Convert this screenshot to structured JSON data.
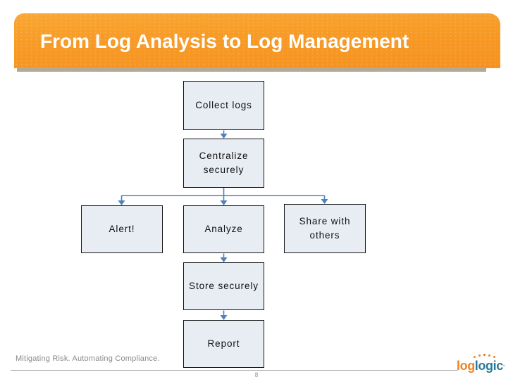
{
  "header": {
    "title": "From Log Analysis to Log Management"
  },
  "flowchart": {
    "nodes": [
      {
        "id": "collect",
        "label": "Collect logs"
      },
      {
        "id": "centralize",
        "label": "Centralize securely"
      },
      {
        "id": "alert",
        "label": "Alert!"
      },
      {
        "id": "analyze",
        "label": "Analyze"
      },
      {
        "id": "share",
        "label": "Share with others"
      },
      {
        "id": "store",
        "label": "Store securely"
      },
      {
        "id": "report",
        "label": "Report"
      }
    ],
    "edges": [
      {
        "from": "collect",
        "to": "centralize"
      },
      {
        "from": "centralize",
        "to": "alert"
      },
      {
        "from": "centralize",
        "to": "analyze"
      },
      {
        "from": "centralize",
        "to": "share"
      },
      {
        "from": "analyze",
        "to": "store"
      },
      {
        "from": "store",
        "to": "report"
      }
    ]
  },
  "footer": {
    "tagline": "Mitigating Risk. Automating Compliance.",
    "page_number": "8"
  },
  "logo": {
    "part1": "log",
    "part2": "logic",
    "mark": "·"
  },
  "colors": {
    "banner_orange": "#f79a26",
    "banner_shadow": "#b3a999",
    "box_fill": "#e8edf4",
    "box_border": "#141414",
    "arrow_blue": "#4f81bd",
    "logo_orange": "#ee8322",
    "logo_teal": "#2a7b99"
  }
}
